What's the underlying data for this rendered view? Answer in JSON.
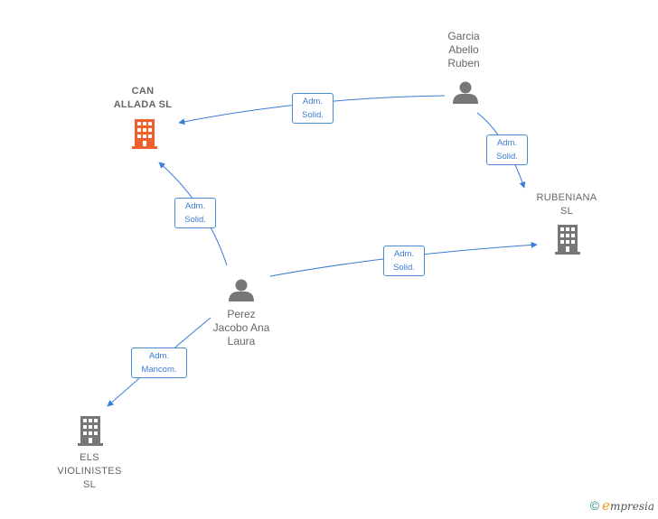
{
  "colors": {
    "edge": "#3a7bd5",
    "person": "#777777",
    "company": "#777777",
    "highlight_company": "#f0602a"
  },
  "nodes": {
    "can_allada": {
      "label": "CAN\nALLADA  SL",
      "type": "company",
      "highlight": true,
      "icon": "building-icon"
    },
    "garcia": {
      "label": "Garcia\nAbello\nRuben",
      "type": "person",
      "icon": "person-icon"
    },
    "rubeniana": {
      "label": "RUBENIANA\nSL",
      "type": "company",
      "icon": "building-icon"
    },
    "perez": {
      "label": "Perez\nJacobo Ana\nLaura",
      "type": "person",
      "icon": "person-icon"
    },
    "els_violinistes": {
      "label": "ELS\nVIOLINISTES\nSL",
      "type": "company",
      "icon": "building-icon"
    }
  },
  "edges": [
    {
      "from": "garcia",
      "to": "can_allada",
      "label": "Adm.\nSolid."
    },
    {
      "from": "garcia",
      "to": "rubeniana",
      "label": "Adm.\nSolid."
    },
    {
      "from": "perez",
      "to": "can_allada",
      "label": "Adm.\nSolid."
    },
    {
      "from": "perez",
      "to": "rubeniana",
      "label": "Adm.\nSolid."
    },
    {
      "from": "perez",
      "to": "els_violinistes",
      "label": "Adm.\nMancom."
    }
  ],
  "footer": {
    "copyright": "©",
    "brand_initial": "e",
    "brand_rest": "mpresia"
  }
}
